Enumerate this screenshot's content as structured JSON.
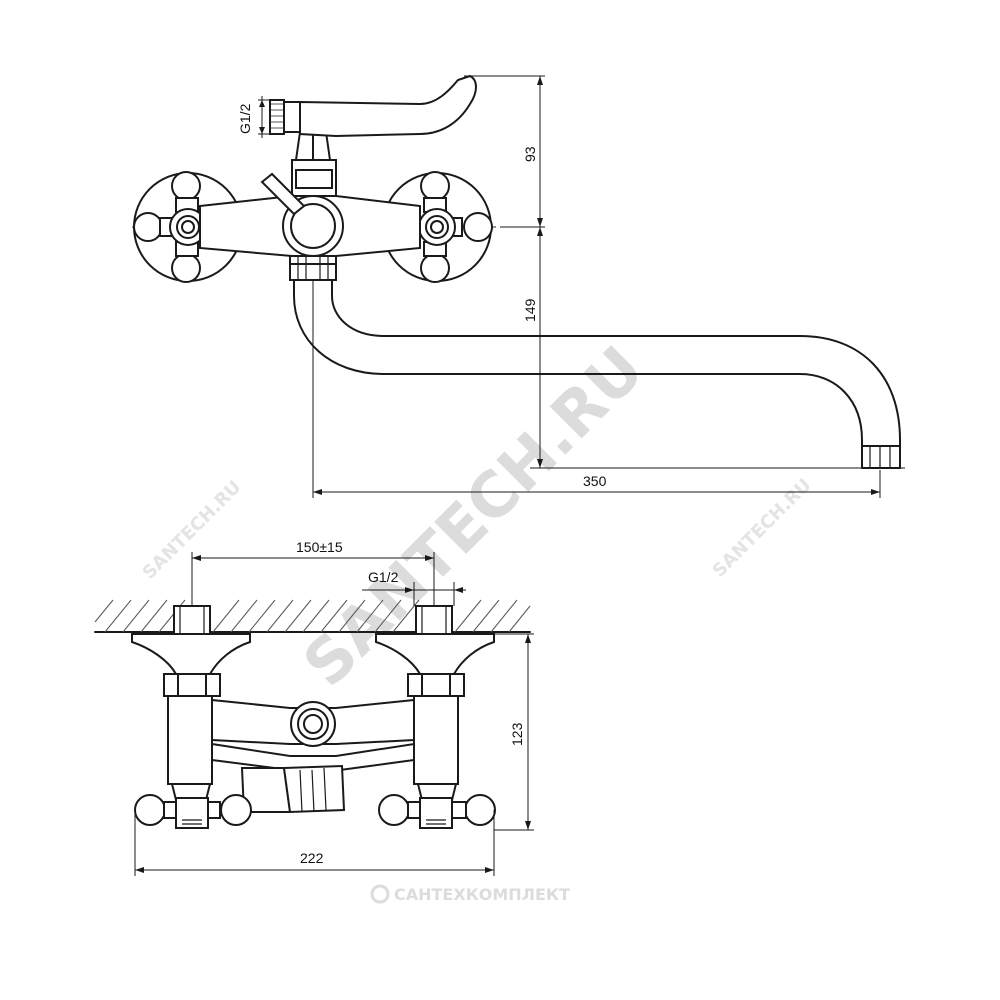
{
  "dimensions": {
    "top_view": {
      "thread_label": "G1/2",
      "height_upper": "93",
      "height_lower": "149",
      "spout_length": "350"
    },
    "front_view": {
      "center_distance": "150±15",
      "thread_label": "G1/2",
      "height": "123",
      "overall_width": "222"
    }
  },
  "watermarks": {
    "main": "SANTECH.RU",
    "small_left": "SANTECH.RU",
    "small_right": "SANTECH.RU",
    "brand": "САНТЕХКОМПЛЕКТ"
  },
  "colors": {
    "line": "#1a1a1a",
    "watermark": "#dcdcdc",
    "background": "#ffffff"
  }
}
